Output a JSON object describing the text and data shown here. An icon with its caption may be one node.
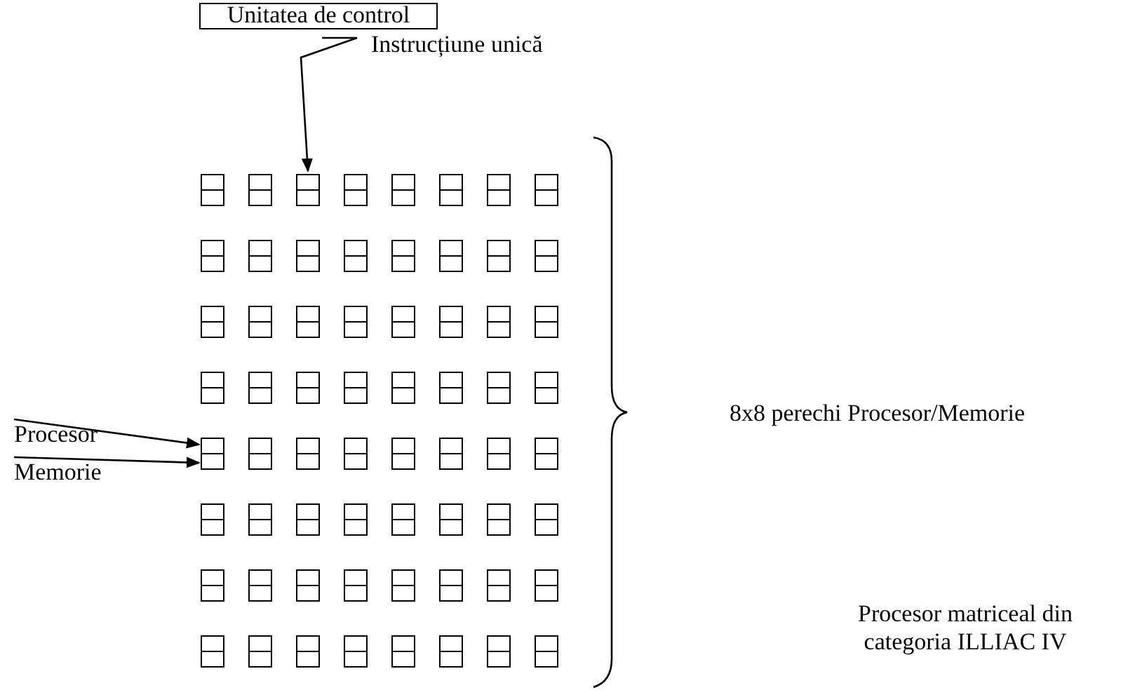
{
  "diagram": {
    "caption": "Procesor matriceal din categoria ILLIAC IV",
    "nodes": [
      {
        "text": [
          "Unitatea de control"
        ]
      },
      {
        "text": [],
        "shape": "box"
      },
      {
        "text": [],
        "shape": "box"
      },
      {
        "text": [],
        "shape": "box"
      },
      {
        "text": [],
        "shape": "box"
      },
      {
        "text": [],
        "shape": "box"
      },
      {
        "text": [],
        "shape": "box"
      },
      {
        "text": [],
        "shape": "box"
      },
      {
        "text": [],
        "shape": "box"
      },
      {
        "text": [],
        "shape": "box"
      },
      {
        "text": [],
        "shape": "box"
      },
      {
        "text": [],
        "shape": "box"
      },
      {
        "text": [],
        "shape": "box"
      },
      {
        "text": [],
        "shape": "box"
      },
      {
        "text": [],
        "shape": "box"
      },
      {
        "text": [],
        "shape": "box"
      },
      {
        "text": [],
        "shape": "box"
      },
      {
        "text": [],
        "shape": "box"
      },
      {
        "text": [],
        "shape": "box"
      },
      {
        "text": [],
        "shape": "box"
      },
      {
        "text": [],
        "shape": "box"
      },
      {
        "text": [],
        "shape": "box"
      },
      {
        "text": [],
        "shape": "box"
      },
      {
        "text": [],
        "shape": "box"
      },
      {
        "text": [],
        "shape": "box"
      },
      {
        "text": [],
        "shape": "box"
      },
      {
        "text": [],
        "shape": "box"
      },
      {
        "text": [],
        "shape": "box"
      },
      {
        "text": [],
        "shape": "box"
      },
      {
        "text": [],
        "shape": "box"
      },
      {
        "text": [],
        "shape": "box"
      },
      {
        "text": [],
        "shape": "box"
      },
      {
        "text": [],
        "shape": "box"
      },
      {
        "text": [],
        "shape": "box"
      },
      {
        "text": [],
        "shape": "box"
      },
      {
        "text": [],
        "shape": "box"
      },
      {
        "text": [],
        "shape": "box"
      },
      {
        "text": [],
        "shape": "box"
      },
      {
        "text": [],
        "shape": "box"
      },
      {
        "text": [],
        "shape": "box"
      },
      {
        "text": [],
        "shape": "box"
      },
      {
        "text": [],
        "shape": "box"
      },
      {
        "text": [],
        "shape": "box"
      },
      {
        "text": [],
        "shape": "box"
      },
      {
        "text": [],
        "shape": "box"
      },
      {
        "text": [],
        "shape": "box"
      },
      {
        "text": [],
        "shape": "box"
      },
      {
        "text": [],
        "shape": "box"
      },
      {
        "text": [],
        "shape": "box"
      },
      {
        "text": [],
        "shape": "box"
      },
      {
        "text": [],
        "shape": "box"
      },
      {
        "text": [],
        "shape": "box"
      },
      {
        "text": [],
        "shape": "box"
      },
      {
        "text": [],
        "shape": "box"
      },
      {
        "text": [],
        "shape": "box"
      },
      {
        "text": [],
        "shape": "box"
      },
      {
        "text": [],
        "shape": "box"
      },
      {
        "text": [],
        "shape": "box"
      },
      {
        "text": [],
        "shape": "box"
      },
      {
        "text": [],
        "shape": "box"
      },
      {
        "text": [],
        "shape": "box"
      },
      {
        "text": [],
        "shape": "box"
      },
      {
        "text": [],
        "shape": "box"
      },
      {
        "text": [],
        "shape": "box"
      },
      {
        "text": [],
        "shape": "box"
      },
      {
        "text": [
          "Procesor"
        ]
      },
      {
        "text": [
          "Memorie"
        ]
      }
    ],
    "edges": [
      {
        "from": 0,
        "to": 3,
        "arrow": "to",
        "label": "Instrucțiune unică"
      },
      {
        "from": 65,
        "to": 33,
        "arrow": "to"
      },
      {
        "from": 66,
        "to": 33,
        "arrow": "to"
      }
    ],
    "labels": [
      "8x8 perechi Procesor/Memorie"
    ]
  }
}
